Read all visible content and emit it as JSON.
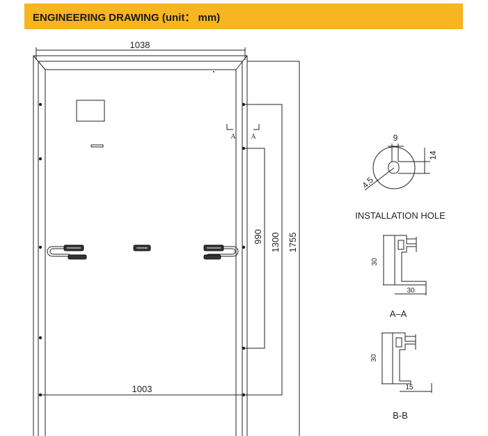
{
  "header": {
    "title": "ENGINEERING DRAWING (unit： mm)",
    "background": "#f6b521"
  },
  "drawing": {
    "dim_width_outer": "1038",
    "dim_width_inner": "1003",
    "dim_990": "990",
    "dim_1300": "1300",
    "dim_1755": "1755",
    "section_mark": "A"
  },
  "hole_detail": {
    "dim_9": "9",
    "dim_14": "14",
    "dim_4_5": "4.5",
    "label": "INSTALLATION HOLE"
  },
  "section_aa": {
    "dim_height": "30",
    "dim_width": "30",
    "label": "A–A"
  },
  "section_bb": {
    "dim_height": "30",
    "dim_width": "15",
    "label": "B-B"
  }
}
